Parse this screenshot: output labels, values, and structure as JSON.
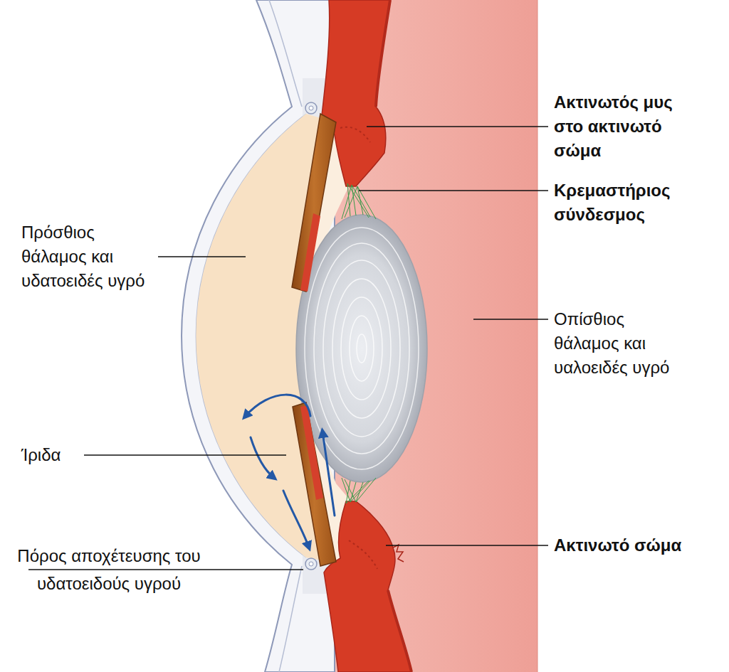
{
  "diagram": {
    "labels": [
      "Ακτινωτός μυς στο ακτινωτό σώμα",
      "Κρεμαστήριος σύνδεσμος",
      "Πρόσθιος θάλαμος και υδατοειδές υγρό",
      "Οπίσθιος θάλαμος και υαλοειδές υγρό",
      "Ίριδα",
      "Ακτινωτό σώμα",
      "Πόρος αποχέτευσης του υδατοειδούς υγρού"
    ]
  }
}
